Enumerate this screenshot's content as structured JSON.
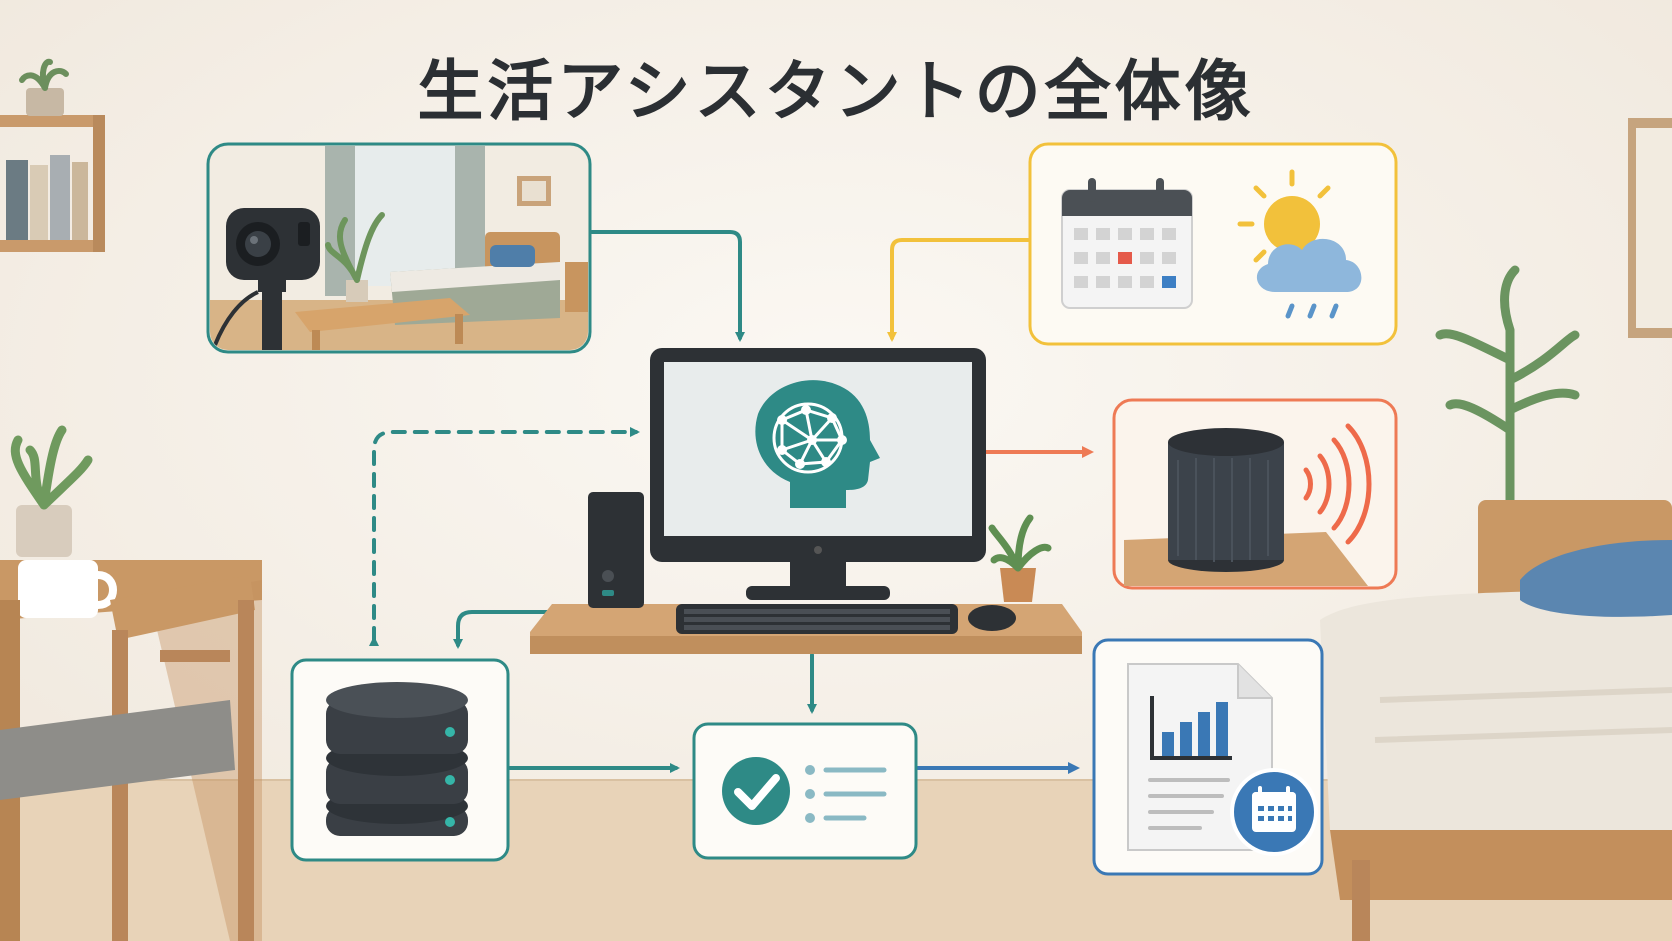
{
  "title": "生活アシスタントの全体像",
  "colors": {
    "teal": "#2e8a86",
    "yellow": "#f2c13b",
    "orange": "#ee7a55",
    "blue": "#3a78b5",
    "dark": "#3a3f45",
    "wood": "#d4a574"
  },
  "nodes": [
    {
      "id": "camera-room",
      "icon": "camera-icon"
    },
    {
      "id": "calendar-weather",
      "icon": "calendar-icon"
    },
    {
      "id": "ai-computer",
      "icon": "brain-network-icon"
    },
    {
      "id": "smart-speaker",
      "icon": "speaker-icon"
    },
    {
      "id": "database",
      "icon": "database-icon"
    },
    {
      "id": "task-checklist",
      "icon": "checklist-icon"
    },
    {
      "id": "report-schedule",
      "icon": "report-icon"
    }
  ]
}
